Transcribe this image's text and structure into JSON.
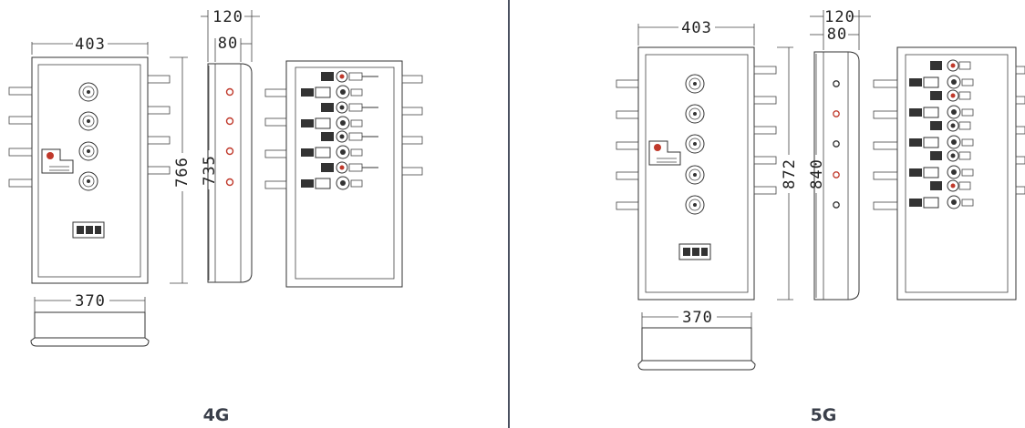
{
  "panels": [
    {
      "caption": "4G",
      "dims": {
        "width_outer": "403",
        "depth_outer": "120",
        "depth_inner": "80",
        "height_outer": "766",
        "height_inner": "735",
        "width_inner": "370"
      }
    },
    {
      "caption": "5G",
      "dims": {
        "width_outer": "403",
        "depth_outer": "120",
        "depth_inner": "80",
        "height_outer": "872",
        "height_inner": "840",
        "width_inner": "370"
      }
    }
  ],
  "colors": {
    "line": "#333333",
    "port_red": "#c0392b",
    "divider": "#4a5060"
  }
}
